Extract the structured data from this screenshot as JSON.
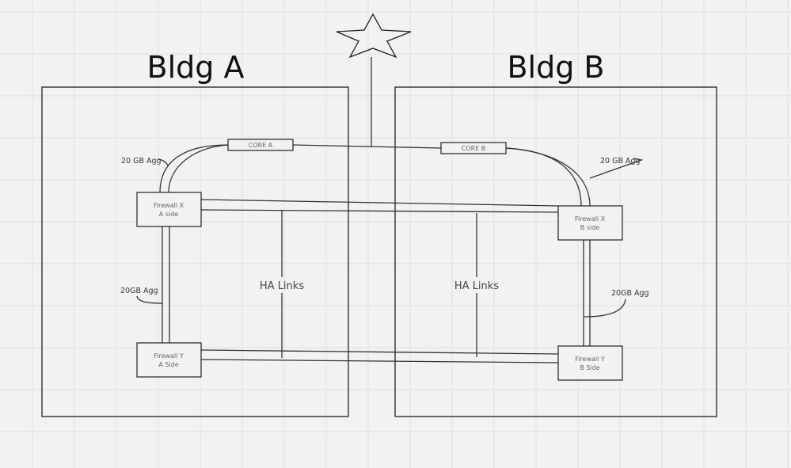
{
  "buildings": [
    {
      "title": "Bldg A"
    },
    {
      "title": "Bldg B"
    }
  ],
  "nodes": {
    "core_a": "CORE A",
    "core_b": "CORE B",
    "fw_x_a": [
      "Firewall X",
      "A side"
    ],
    "fw_y_a": [
      "Firewall Y",
      "A Side"
    ],
    "fw_x_b": [
      "Firewall X",
      "B side"
    ],
    "fw_y_b": [
      "Firewall Y",
      "B Side"
    ]
  },
  "labels": {
    "agg_top_a": "20 GB Agg",
    "agg_top_b": "20 GB Agg",
    "agg_mid_a": "20GB Agg",
    "agg_mid_b": "20GB Agg",
    "ha_a": "HA Links",
    "ha_b": "HA Links"
  }
}
